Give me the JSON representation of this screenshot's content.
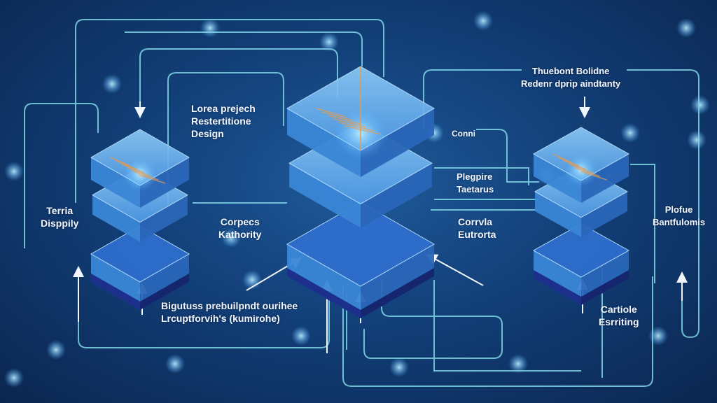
{
  "colors": {
    "background": "#123f78",
    "connector": "#7fd6e6",
    "arrow": "#f2f6ff",
    "slab_top": "#6fb6f0",
    "slab_side": "#2f78c8",
    "base": "#1c2f8a",
    "accent_glow": "#e89a4a"
  },
  "labels": {
    "top_left": [
      "Lorea prejech",
      "Restertitione",
      "Design"
    ],
    "left": [
      "Terria",
      "Disppily"
    ],
    "mid_left": [
      "Corpecs",
      "Kathority"
    ],
    "bottom_center": [
      "Bigutuss prebuilpndt ourihee",
      "Lrcuptforvih's (kumirohe)"
    ],
    "center_right_top": "Conni",
    "center_right_mid": [
      "Plegpire",
      "Taetarus"
    ],
    "center_right_low": [
      "Corrvla",
      "Eutrorta"
    ],
    "top_right": [
      "Thuebont Bolidne",
      "Redenr dprip aindtanty"
    ],
    "right": [
      "Plofue",
      "Bantfulomis"
    ],
    "bottom_right": [
      "Cartiole",
      "Esrriting"
    ]
  },
  "nodes": [
    {
      "name": "left-stack",
      "layers": 3
    },
    {
      "name": "center-stack",
      "layers": 3
    },
    {
      "name": "right-stack",
      "layers": 3
    }
  ]
}
